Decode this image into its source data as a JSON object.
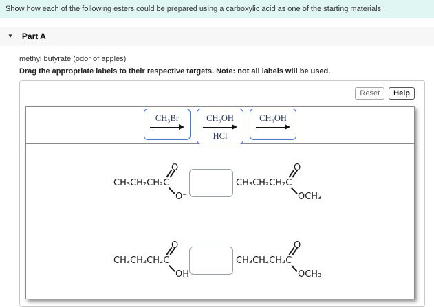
{
  "banner": {
    "prompt": "Show how each of the following esters could be prepared using a carboxylic acid as one of the starting materials:"
  },
  "part_a": {
    "title": "Part A",
    "subtitle": "methyl butyrate (odor of apples)",
    "instruction": "Drag the appropriate labels to their respective targets. Note: not all labels will be used."
  },
  "toolbar": {
    "reset": "Reset",
    "help": "Help"
  },
  "icons": {
    "collapse": "▼"
  },
  "label_bank": [
    {
      "reagent_above": "CH₃Br",
      "reagent_below": ""
    },
    {
      "reagent_above": "CH₃OH",
      "reagent_below": "HCl"
    },
    {
      "reagent_above": "CH₃OH",
      "reagent_below": ""
    }
  ],
  "reactions": [
    {
      "reactant": {
        "chain": "CH₃CH₂CH₂C",
        "carbonyl_o": "O",
        "substituent": "O⁻"
      },
      "product": {
        "chain": "CH₃CH₂CH₂C",
        "carbonyl_o": "O",
        "substituent": "OCH₃"
      }
    },
    {
      "reactant": {
        "chain": "CH₃CH₂CH₂C",
        "carbonyl_o": "O",
        "substituent": "OH"
      },
      "product": {
        "chain": "CH₃CH₂CH₂C",
        "carbonyl_o": "O",
        "substituent": "OCH₃"
      }
    }
  ],
  "colors": {
    "banner_bg": "#e0f6f3",
    "chip_border": "#4779d0",
    "dropbox_border": "#99a0ac",
    "canvas_border": "#8a8a8a"
  }
}
